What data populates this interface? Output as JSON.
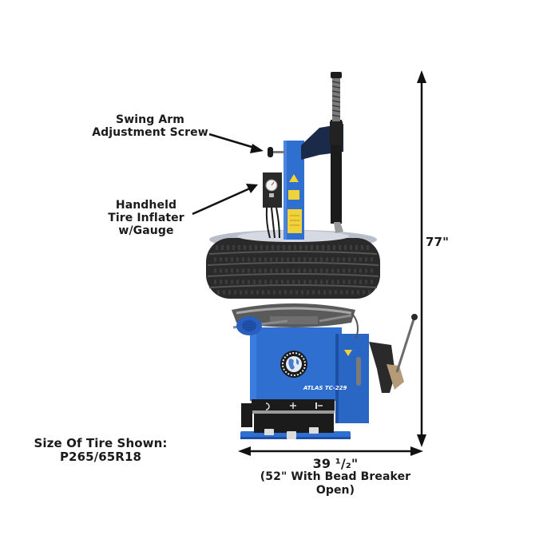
{
  "product": {
    "name": "Atlas TC-229 Tire Changer",
    "model_badge": "ATLAS TC-229",
    "colors": {
      "body_blue": "#2f6fd0",
      "body_blue_dark": "#1e4fa6",
      "black": "#1b1b1b",
      "tire": "#2a2a2a",
      "warning_yellow": "#f2d23a",
      "dimension_line": "#111111"
    }
  },
  "callouts": {
    "swing_arm": {
      "line1": "Swing Arm",
      "line2": "Adjustment Screw"
    },
    "inflater": {
      "line1": "Handheld",
      "line2": "Tire Inflater",
      "line3": "w/Gauge"
    }
  },
  "tire_info": {
    "line1": "Size Of Tire Shown:",
    "line2": "P265/65R18"
  },
  "dimensions": {
    "height": "77\"",
    "width_main": "39 ¹/₂\"",
    "width_note": "(52\" With Bead Breaker Open)"
  },
  "icons": {
    "control_panel": [
      "rotate-icon",
      "plus-icon",
      "pedal-icon"
    ],
    "logo": "globe-logo-icon"
  }
}
